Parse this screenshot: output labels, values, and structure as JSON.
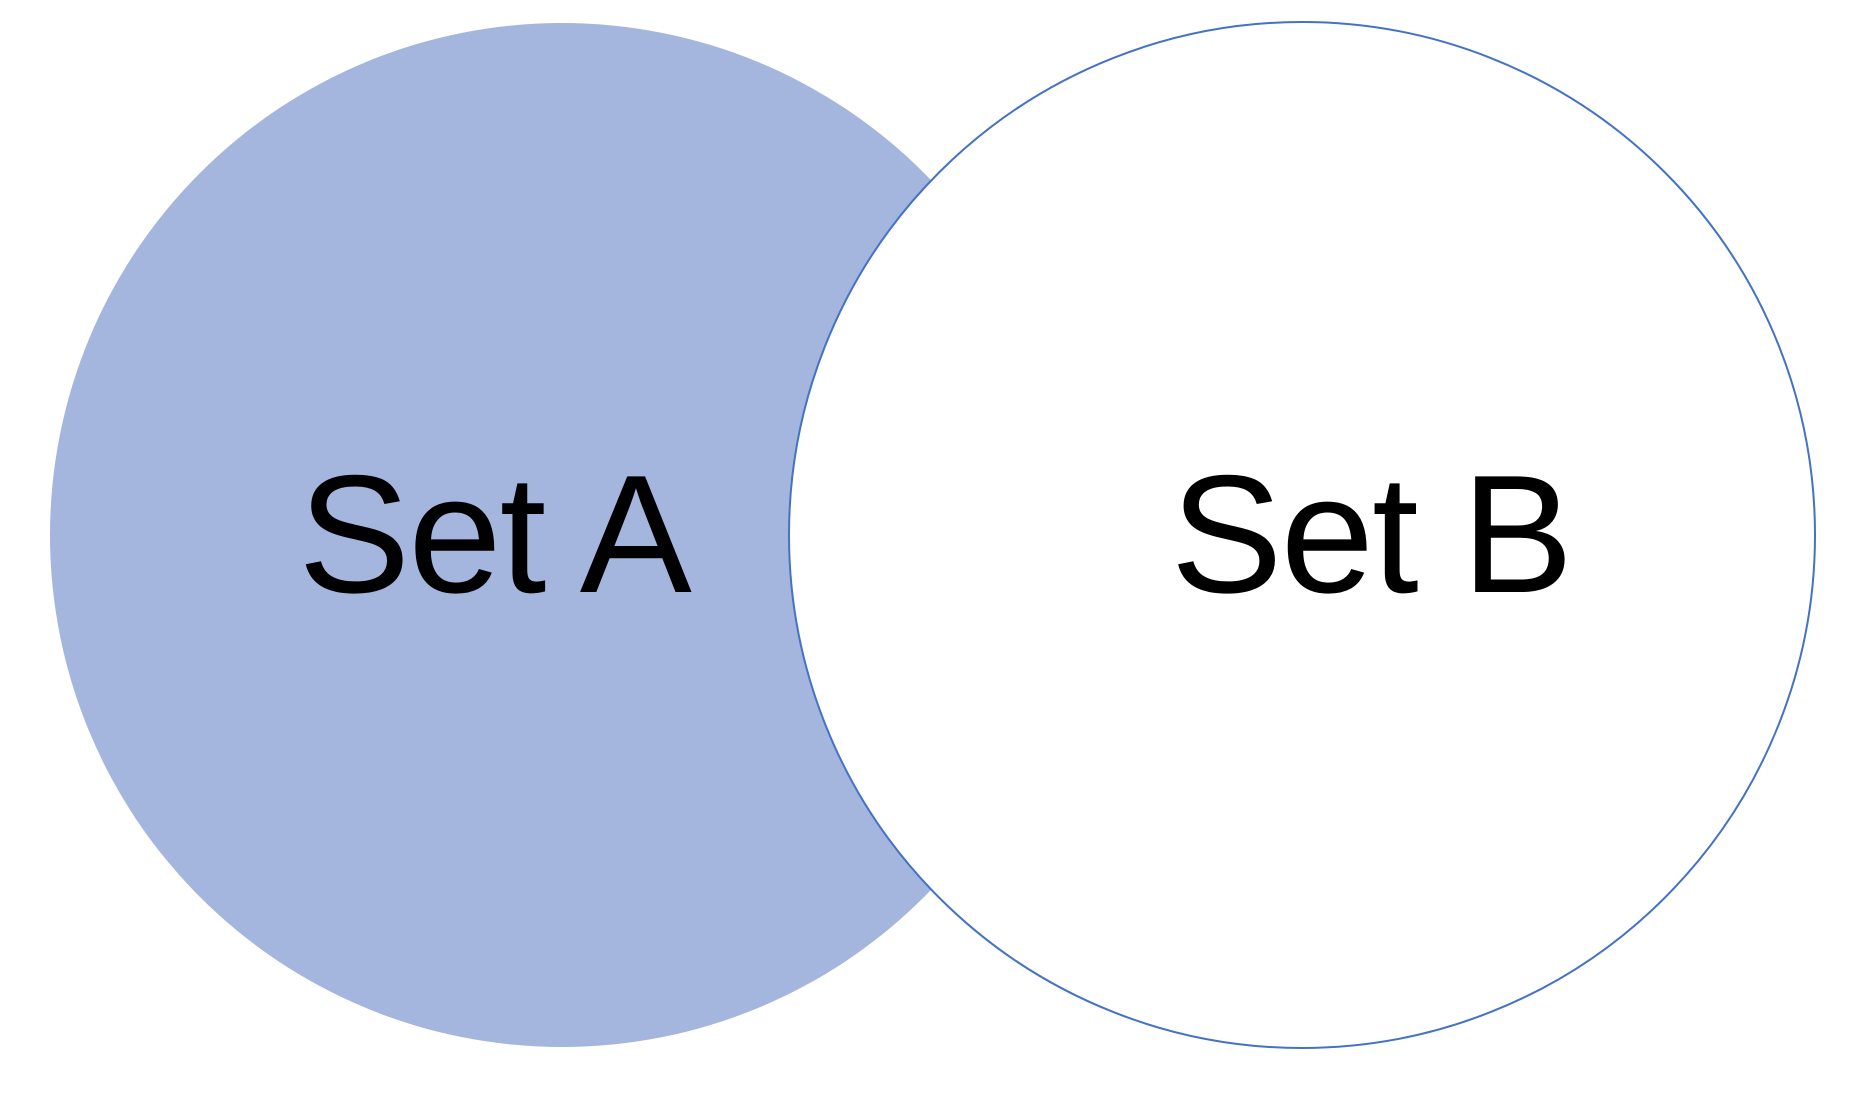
{
  "diagram": {
    "type": "venn",
    "background": "#ffffff",
    "text_color": "#000000",
    "sets": [
      {
        "label": "Set A",
        "fill": "#a4b5de",
        "stroke": "none"
      },
      {
        "label": "Set B",
        "fill": "#ffffff",
        "stroke": "#4472c4"
      }
    ],
    "overlap": "Set B circle drawn on top of Set A circle; intersection area appears white"
  }
}
